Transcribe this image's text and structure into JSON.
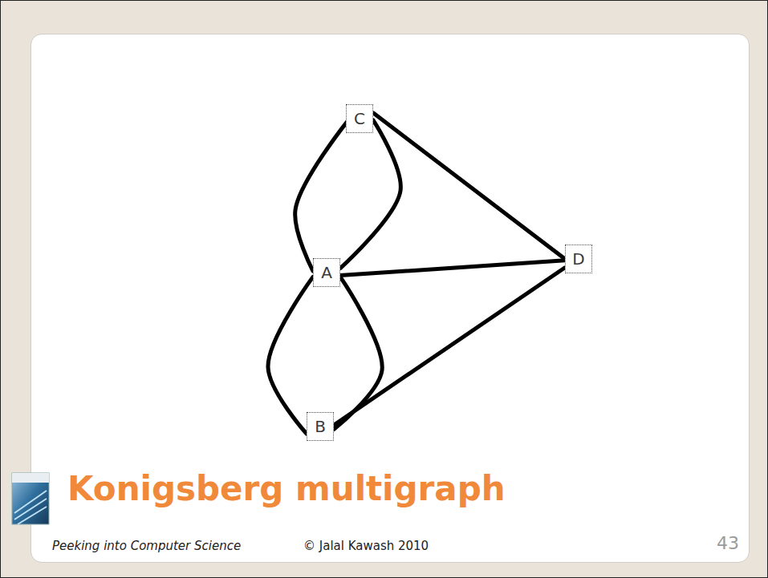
{
  "diagram": {
    "title": "Konigsberg multigraph",
    "nodes": [
      {
        "text": [
          "C"
        ]
      },
      {
        "text": [
          "A"
        ]
      },
      {
        "text": [
          "D"
        ]
      },
      {
        "text": [
          "B"
        ]
      }
    ],
    "edges": [
      {
        "from": 0,
        "to": 1,
        "arrow": "none"
      },
      {
        "from": 0,
        "to": 1,
        "arrow": "none"
      },
      {
        "from": 0,
        "to": 2,
        "arrow": "none"
      },
      {
        "from": 1,
        "to": 2,
        "arrow": "none"
      },
      {
        "from": 1,
        "to": 3,
        "arrow": "none"
      },
      {
        "from": 1,
        "to": 3,
        "arrow": "none"
      },
      {
        "from": 3,
        "to": 2,
        "arrow": "none"
      }
    ],
    "labels": [
      "Peeking into Computer Science",
      "© Jalal Kawash 2010",
      "43"
    ]
  }
}
